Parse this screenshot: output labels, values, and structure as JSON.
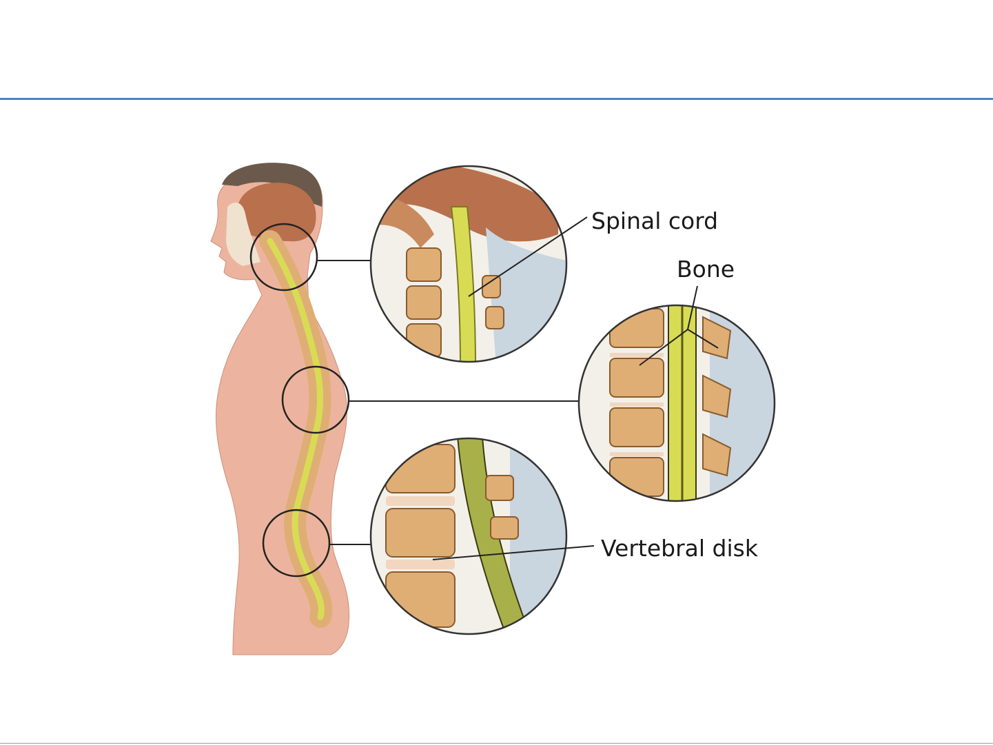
{
  "labels": {
    "spinal_cord": "Spinal cord",
    "bone": "Bone",
    "vertebral_disk": "Vertebral disk"
  },
  "colors": {
    "header_rule": "#4f81bd",
    "skin": "#ecb49e",
    "cord": "#d8dc55",
    "bone": "#dfae74",
    "disk": "#f1d6c0",
    "ligament": "#c9d5df",
    "brain": "#b9704c",
    "outline": "#222222"
  }
}
